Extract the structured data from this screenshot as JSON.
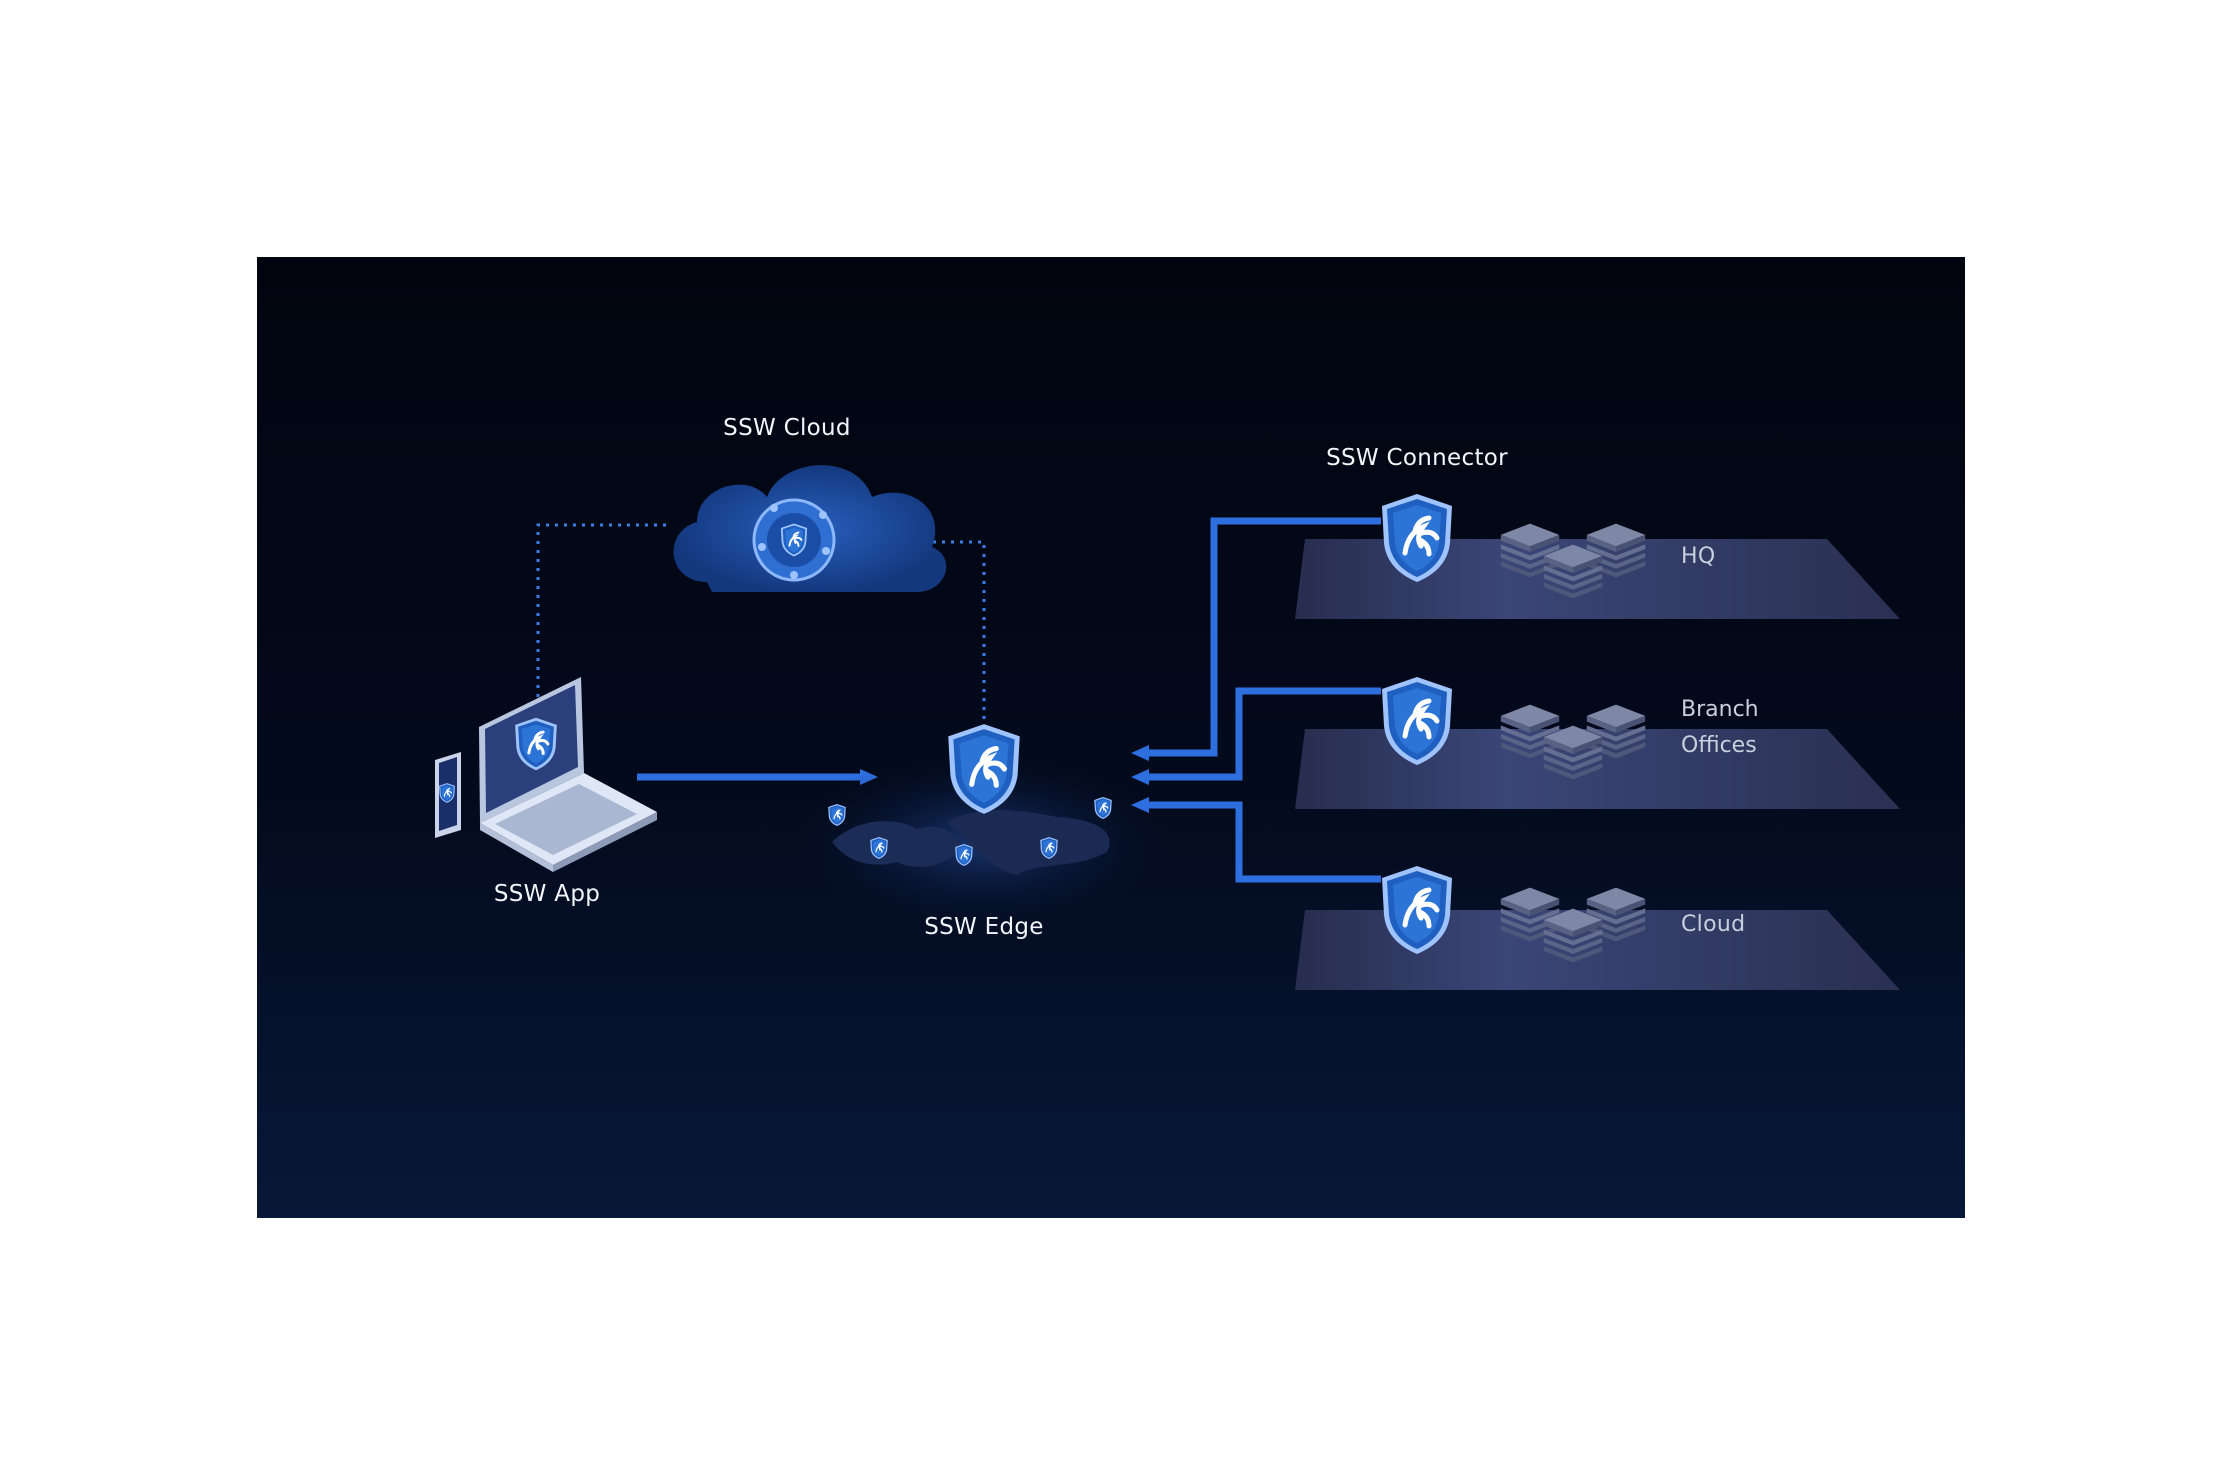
{
  "nodes": {
    "cloud": {
      "label": "SSW Cloud"
    },
    "app": {
      "label": "SSW App"
    },
    "edge": {
      "label": "SSW Edge"
    },
    "connector": {
      "label": "SSW Connector"
    }
  },
  "sites": {
    "hq": {
      "label": "HQ"
    },
    "branch": {
      "label_line1": "Branch",
      "label_line2": "Offices"
    },
    "cloud": {
      "label": "Cloud"
    }
  },
  "icons": {
    "shield": "shield-icon",
    "laptop": "laptop-icon",
    "phone": "phone-icon",
    "cloud": "cloud-icon",
    "server": "server-stack-icon",
    "globe": "world-map-icon"
  },
  "colors": {
    "shield_fill": "#1f5fbf",
    "shield_edge": "#9ec3ff",
    "link_line": "#2e6fe0",
    "dotted_line": "#3b7de8",
    "cloud_fill": "#1d4ea0",
    "platform": "#2b3257"
  }
}
